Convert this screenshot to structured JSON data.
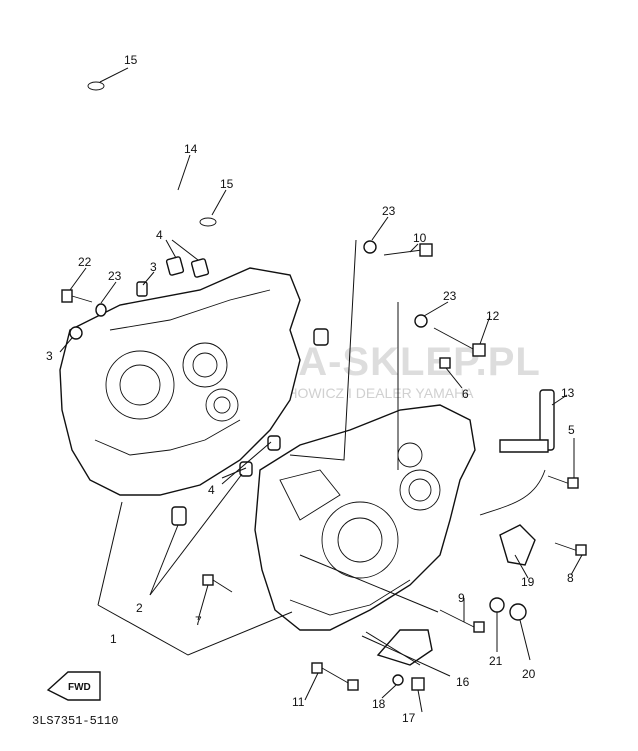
{
  "callouts": [
    {
      "id": "1",
      "text": "1"
    },
    {
      "id": "2",
      "text": "2"
    },
    {
      "id": "3a",
      "text": "3"
    },
    {
      "id": "3b",
      "text": "3"
    },
    {
      "id": "4a",
      "text": "4"
    },
    {
      "id": "4b",
      "text": "4"
    },
    {
      "id": "5",
      "text": "5"
    },
    {
      "id": "6",
      "text": "6"
    },
    {
      "id": "7",
      "text": "7"
    },
    {
      "id": "8",
      "text": "8"
    },
    {
      "id": "9",
      "text": "9"
    },
    {
      "id": "10",
      "text": "10"
    },
    {
      "id": "11",
      "text": "11"
    },
    {
      "id": "12",
      "text": "12"
    },
    {
      "id": "13",
      "text": "13"
    },
    {
      "id": "14",
      "text": "14"
    },
    {
      "id": "15a",
      "text": "15"
    },
    {
      "id": "15b",
      "text": "15"
    },
    {
      "id": "16",
      "text": "16"
    },
    {
      "id": "17",
      "text": "17"
    },
    {
      "id": "18",
      "text": "18"
    },
    {
      "id": "19",
      "text": "19"
    },
    {
      "id": "20",
      "text": "20"
    },
    {
      "id": "21",
      "text": "21"
    },
    {
      "id": "22",
      "text": "22"
    },
    {
      "id": "23a",
      "text": "23"
    },
    {
      "id": "23b",
      "text": "23"
    },
    {
      "id": "23c",
      "text": "23"
    }
  ],
  "diagram_code": "3LS7351-5110",
  "fwd_label": "FWD",
  "watermark": {
    "main": "YAMA-SKLEP.PL",
    "sub": "SHOWICZ I DEALER YAMAHA"
  },
  "colors": {
    "line": "#111111",
    "background": "#ffffff",
    "watermark": "#d8d8d8",
    "logo_pink": "#f2b8b8"
  }
}
